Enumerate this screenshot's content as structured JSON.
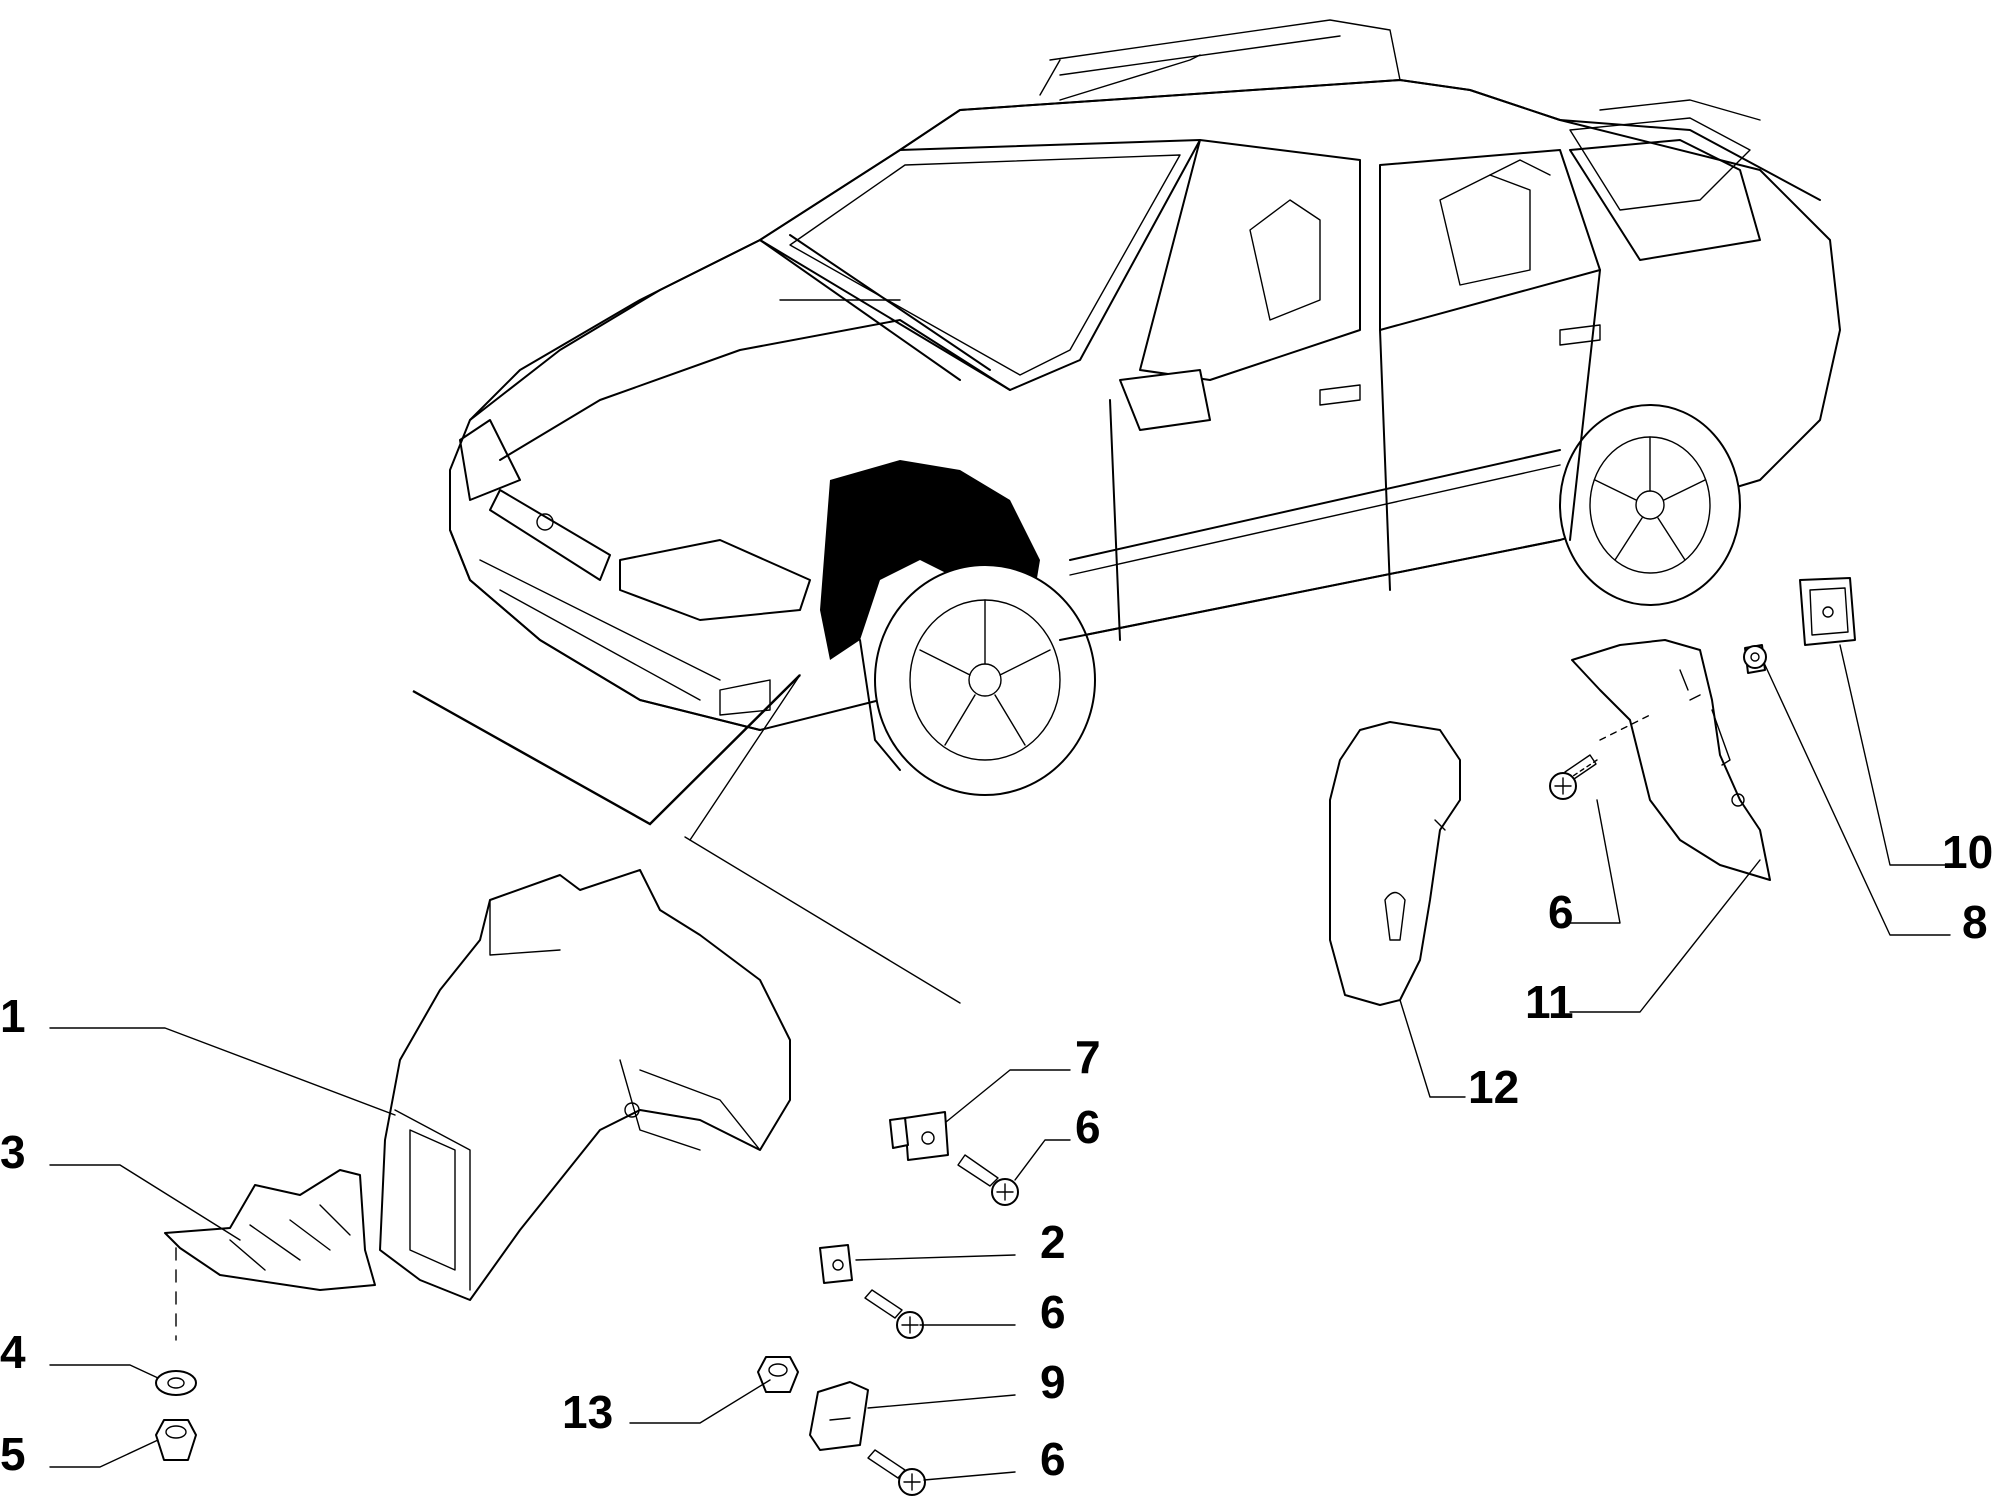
{
  "callouts": {
    "c1": "1",
    "c2": "2",
    "c3": "3",
    "c4": "4",
    "c5": "5",
    "c6a": "6",
    "c6b": "6",
    "c6c": "6",
    "c6d": "6",
    "c7": "7",
    "c8": "8",
    "c9": "9",
    "c10": "10",
    "c11": "11",
    "c12": "12",
    "c13": "13"
  },
  "colors": {
    "ink": "#000000",
    "paper": "#ffffff"
  },
  "icons": [
    "screw-icon",
    "nut-icon",
    "washer-icon",
    "clip-icon"
  ]
}
